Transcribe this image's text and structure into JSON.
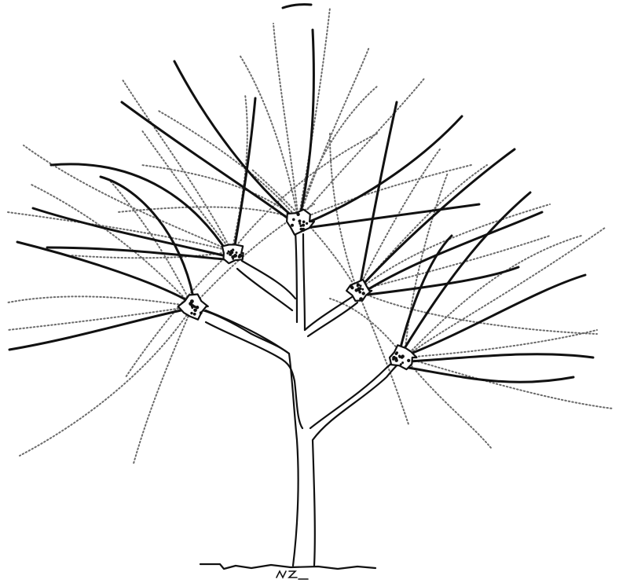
{
  "figure": {
    "background": "#ffffff",
    "ink": "#111111",
    "dotted_ink": "#6a6a6a",
    "nodes": [
      {
        "name": "scaffold-node-upper-left"
      },
      {
        "name": "scaffold-node-top"
      },
      {
        "name": "scaffold-node-right"
      },
      {
        "name": "scaffold-node-left"
      },
      {
        "name": "scaffold-node-lower-right"
      }
    ],
    "signature_text": "NZ"
  }
}
